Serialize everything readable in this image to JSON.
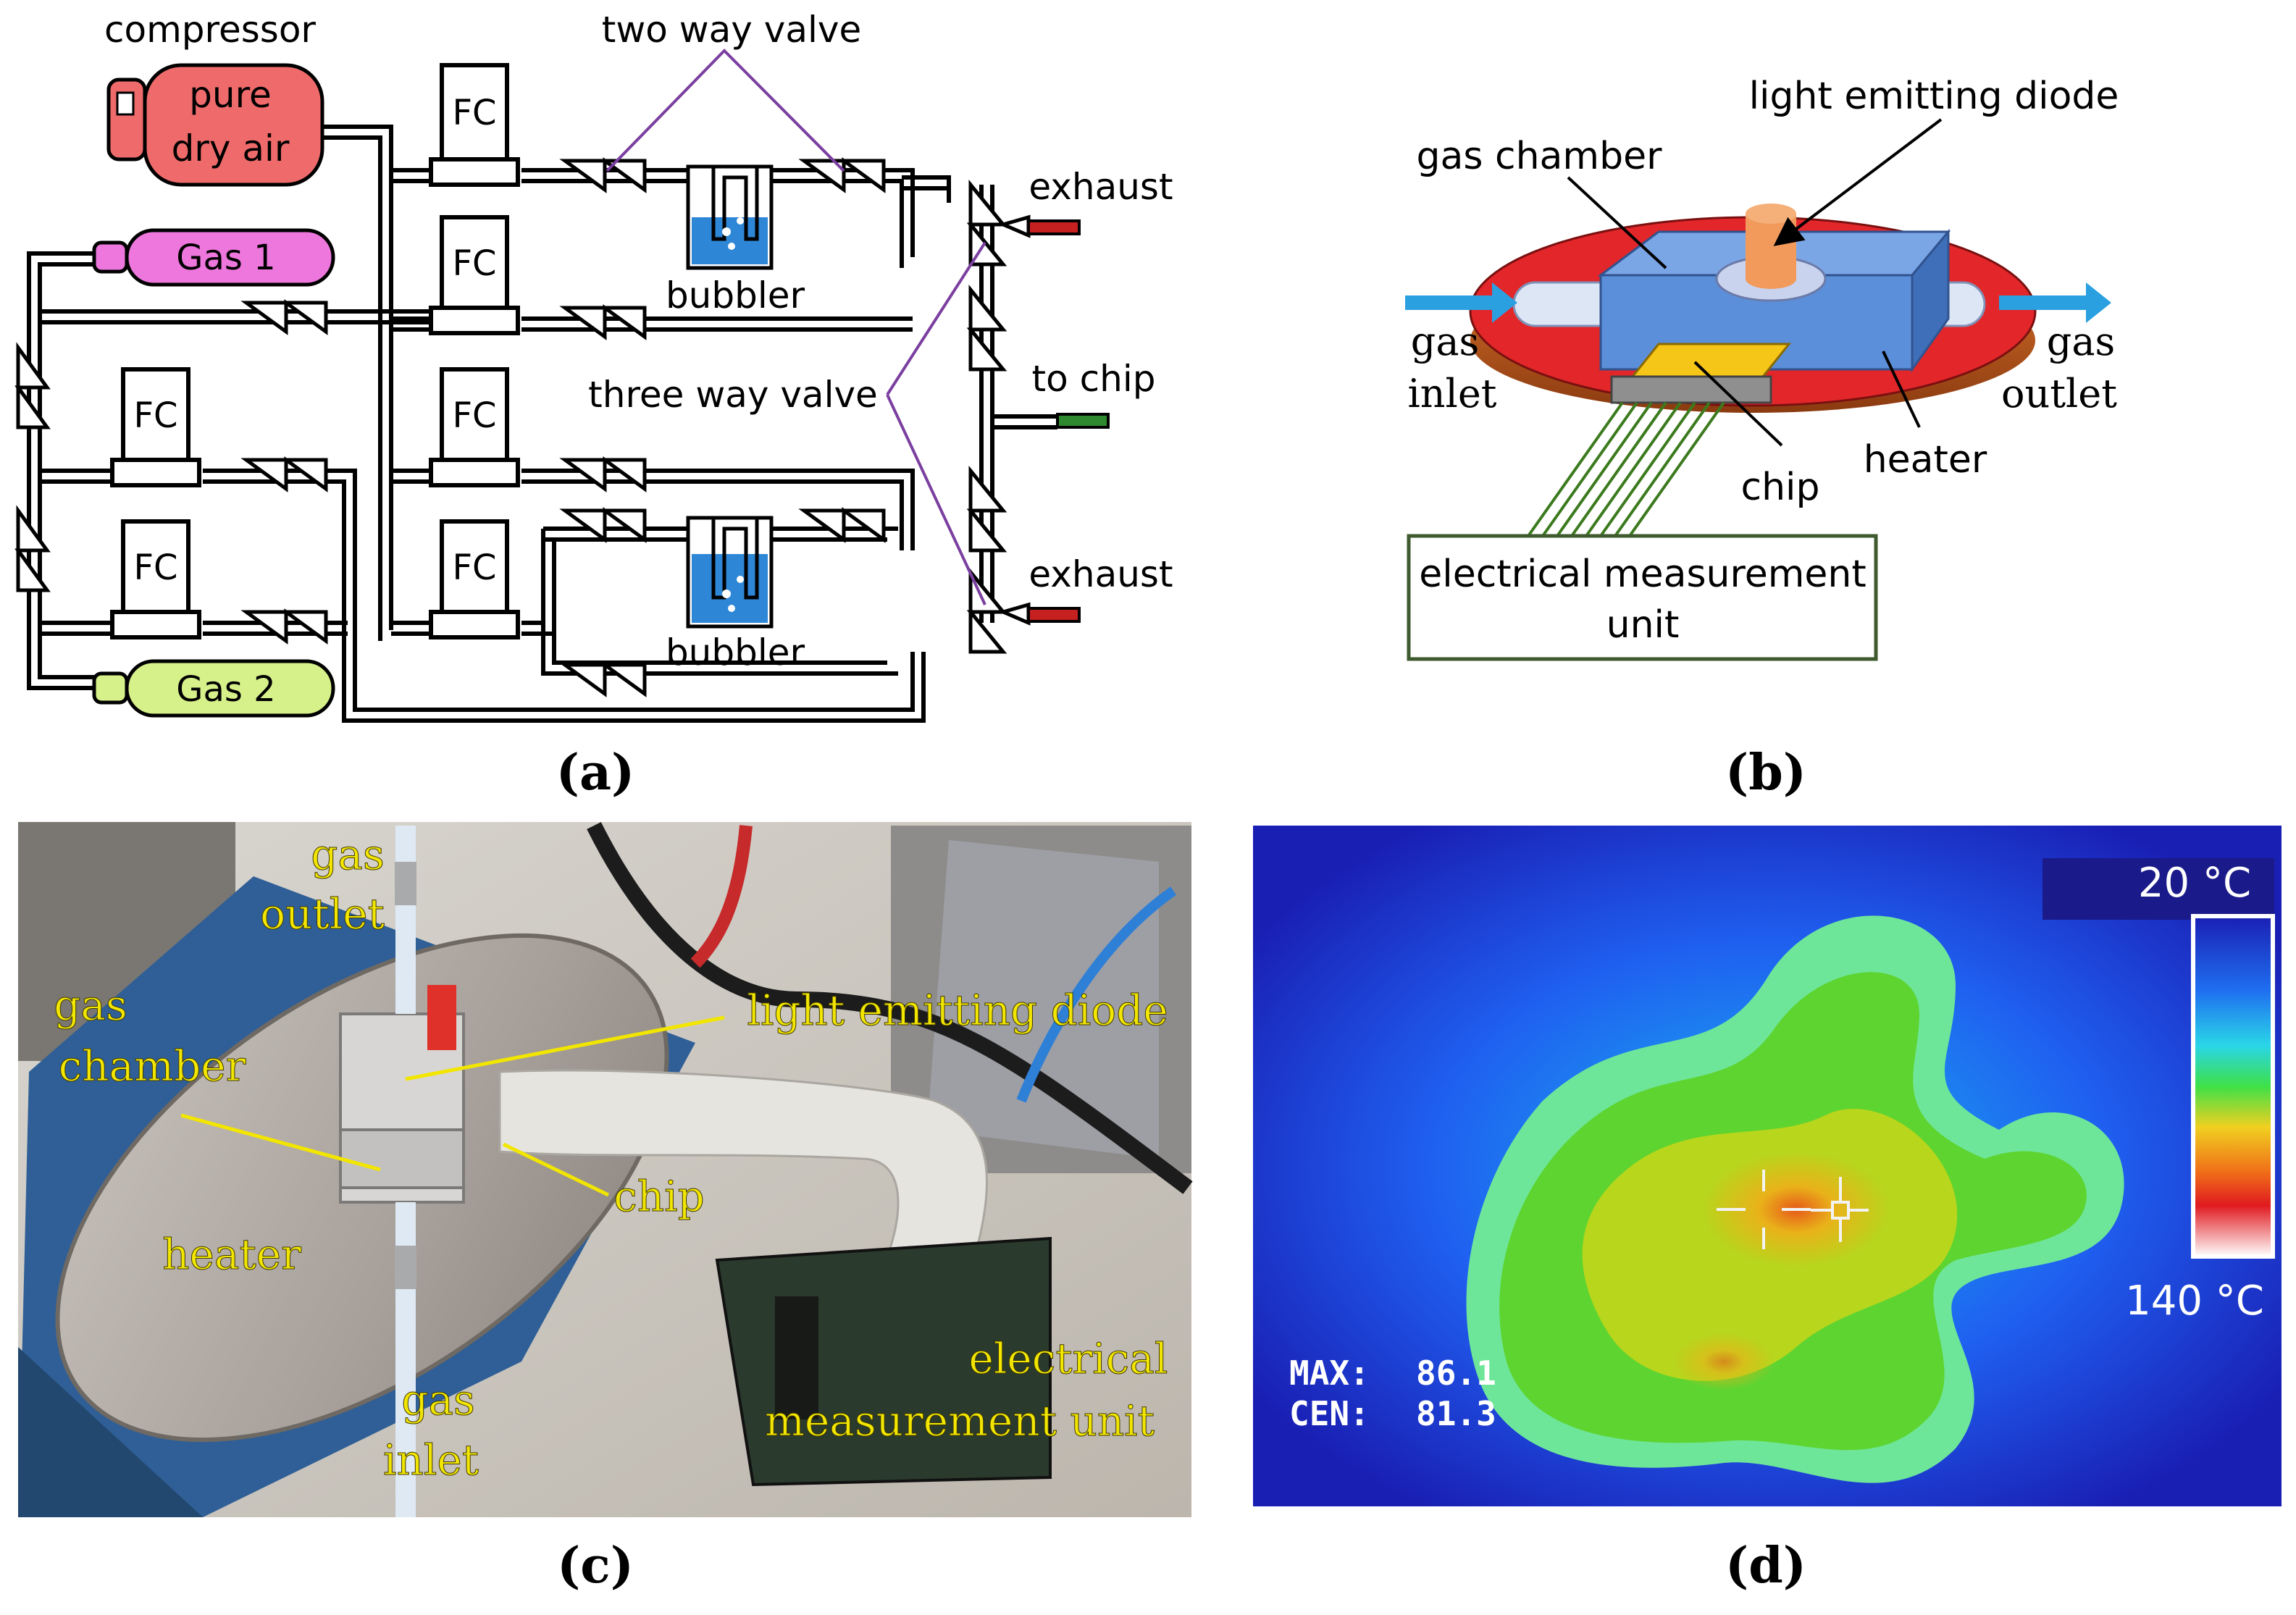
{
  "panel_a": {
    "caption": "(a)",
    "compressor_label": "compressor",
    "tank_label_line1": "pure",
    "tank_label_line2": "dry air",
    "gas1_label": "Gas 1",
    "gas2_label": "Gas 2",
    "fc_label": "FC",
    "two_way_valve_label": "two way valve",
    "three_way_valve_label": "three way valve",
    "bubbler_label": "bubbler",
    "exhaust_label": "exhaust",
    "to_chip_label": "to chip"
  },
  "panel_b": {
    "caption": "(b)",
    "led_label": "light emitting diode",
    "gas_chamber_label": "gas chamber",
    "gas_inlet_line1": "gas",
    "gas_inlet_line2": "inlet",
    "gas_outlet_line1": "gas",
    "gas_outlet_line2": "outlet",
    "heater_label": "heater",
    "chip_label": "chip",
    "emu_line1": "electrical measurement",
    "emu_line2": "unit"
  },
  "panel_c": {
    "caption": "(c)",
    "gas_outlet_line1": "gas",
    "gas_outlet_line2": "outlet",
    "gas_chamber_line1": "gas",
    "gas_chamber_line2": "chamber",
    "led_label": "light emitting diode",
    "chip_label": "chip",
    "heater_label": "heater",
    "gas_inlet_line1": "gas",
    "gas_inlet_line2": "inlet",
    "emu_line1": "electrical",
    "emu_line2": "measurement unit"
  },
  "panel_d": {
    "caption": "(d)",
    "scale_top": "20 °C",
    "scale_bottom": "140 °C",
    "max_label": "MAX:",
    "max_value": "86.1",
    "cen_label": "CEN:",
    "cen_value": "81.3"
  },
  "colors": {
    "tank_red": "#ef6b6b",
    "gas1_pink": "#ee77dd",
    "gas2_green": "#d6f08a",
    "bubbler_blue": "#2e86d6",
    "purple_line": "#7b3fa0",
    "heater_red": "#e3262a",
    "chamber_blue": "#5b8fd9",
    "chip_yellow": "#f5c518",
    "photo_label_yellow": "#f2e600",
    "exhaust_red": "#c62020",
    "tochip_green": "#2f8a2f"
  }
}
